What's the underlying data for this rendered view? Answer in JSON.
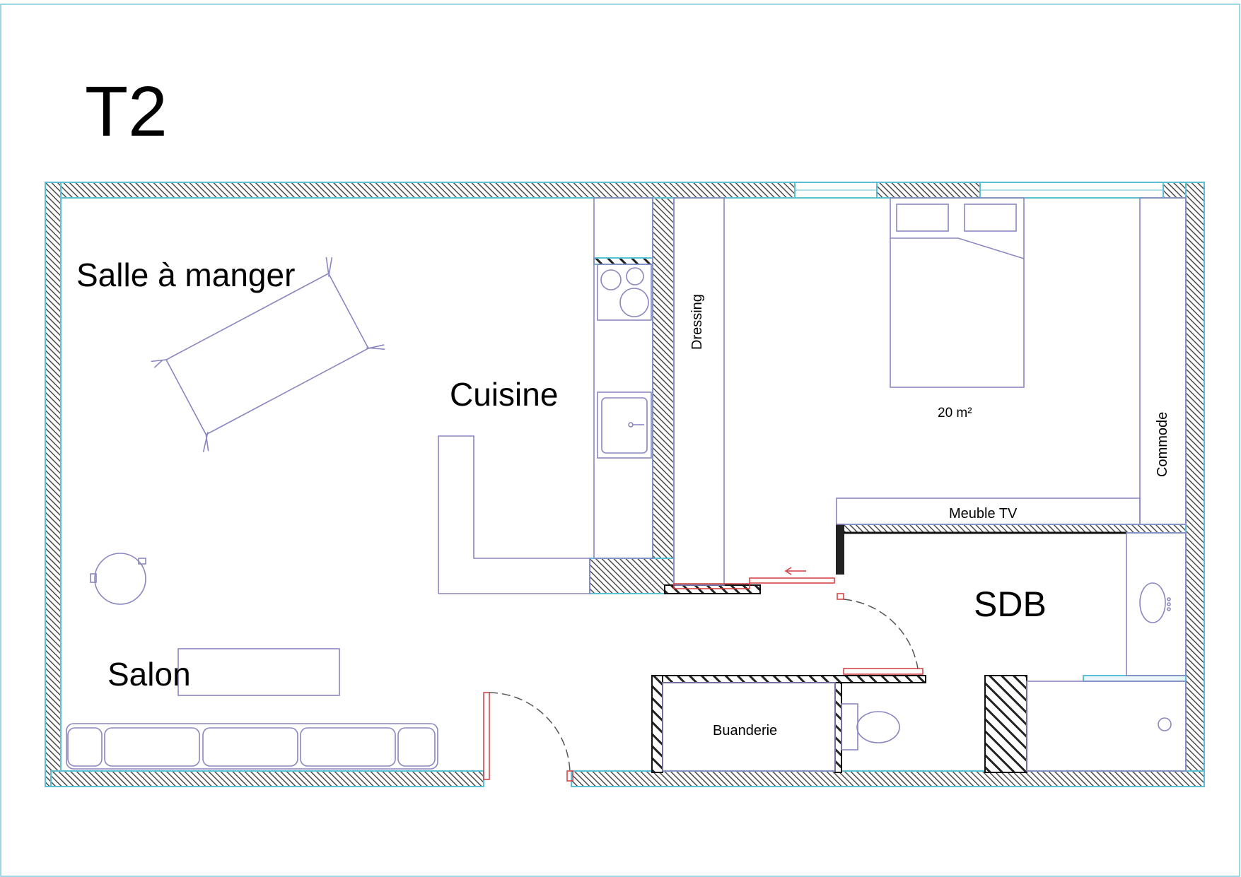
{
  "plan": {
    "title": "T2",
    "rooms": {
      "salle_a_manger": "Salle à manger",
      "cuisine": "Cuisine",
      "salon": "Salon",
      "dressing": "Dressing",
      "chambre_area": "20 m²",
      "commode": "Commode",
      "meuble_tv": "Meuble TV",
      "sdb": "SDB",
      "buanderie": "Buanderie"
    }
  },
  "colors": {
    "wall_outline": "#5bc0d6",
    "wall_hatch": "#555555",
    "furniture": "#8a86c2",
    "door": "#d23a3a",
    "text": "#000000"
  }
}
